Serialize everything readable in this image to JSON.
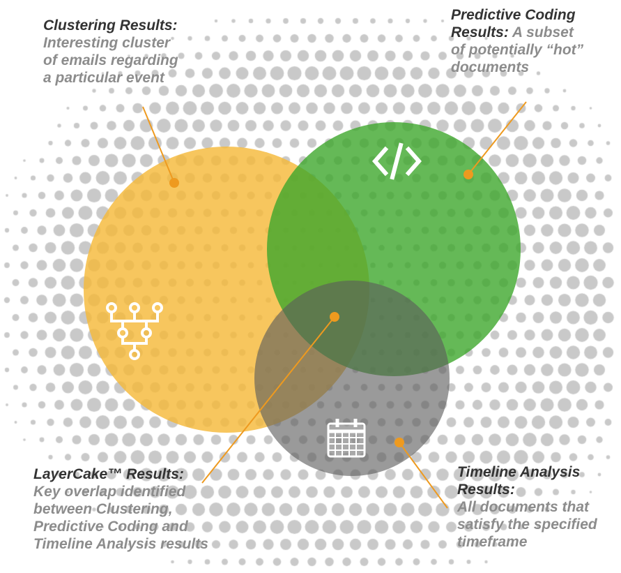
{
  "colors": {
    "dots": "#c9c9c9",
    "clustering": "#f5b93a",
    "predictive": "#3fa72d",
    "timeline": "#5c5c5c",
    "leader": "#ee9a1f",
    "heading_text": "#333333",
    "body_text": "#8c8c8c"
  },
  "icons": {
    "clustering": "hierarchy-tree-icon",
    "predictive": "code-brackets-icon",
    "timeline": "calendar-icon"
  },
  "callouts": {
    "clustering": {
      "heading": "Clustering Results:",
      "body_lines": [
        "Interesting cluster",
        "of emails regarding",
        "a particular event"
      ]
    },
    "predictive": {
      "heading_line1": "Predictive Coding",
      "heading_line2": "Results:",
      "body_inline": " A subset",
      "body_lines": [
        "of potentially “hot”",
        "documents"
      ]
    },
    "layercake": {
      "heading": "LayerCake™ Results:",
      "body_lines": [
        "Key overlap identified",
        "between Clustering,",
        "Predictive Coding and",
        "Timeline Analysis results"
      ]
    },
    "timeline": {
      "heading_lines": [
        "Timeline Analysis",
        "Results:"
      ],
      "body_lines": [
        "All documents that",
        "satisfy the specified",
        "timeframe"
      ]
    }
  }
}
